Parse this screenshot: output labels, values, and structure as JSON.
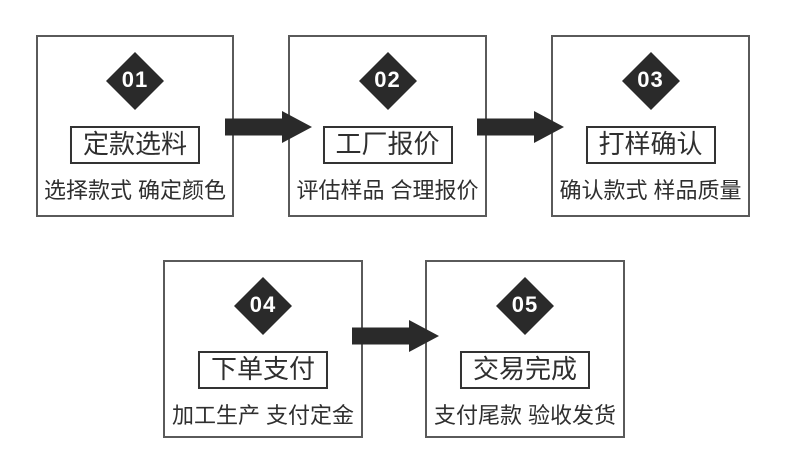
{
  "diagram": {
    "title": "order-process-flowchart",
    "colors": {
      "background": "#ffffff",
      "box_border": "#5a5a5a",
      "title_border": "#333333",
      "accent_dark": "#2a2a2a",
      "text": "#2f2f2f",
      "number_text": "#ffffff"
    },
    "steps": [
      {
        "number": "01",
        "title": "定款选料",
        "subtitle": "选择款式 确定颜色"
      },
      {
        "number": "02",
        "title": "工厂报价",
        "subtitle": "评估样品 合理报价"
      },
      {
        "number": "03",
        "title": "打样确认",
        "subtitle": "确认款式 样品质量"
      },
      {
        "number": "04",
        "title": "下单支付",
        "subtitle": "加工生产 支付定金"
      },
      {
        "number": "05",
        "title": "交易完成",
        "subtitle": "支付尾款 验收发货"
      }
    ],
    "arrows": [
      {
        "from": "01",
        "to": "02",
        "icon": "arrow-right"
      },
      {
        "from": "02",
        "to": "03",
        "icon": "arrow-right"
      },
      {
        "from": "04",
        "to": "05",
        "icon": "arrow-right"
      }
    ]
  }
}
